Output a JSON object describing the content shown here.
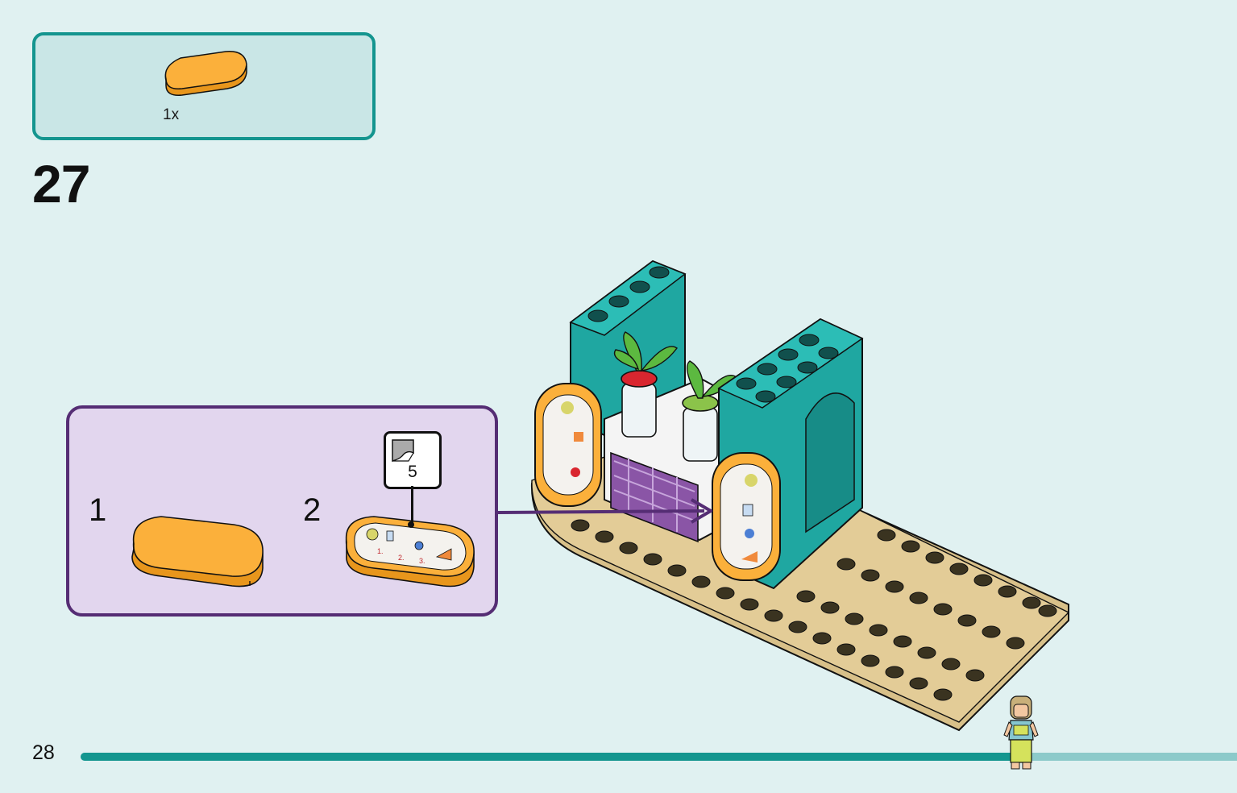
{
  "parts_list": {
    "items": [
      {
        "icon": "orange-rounded-tile-icon",
        "quantity": "1x",
        "color": "#fbb03b"
      }
    ]
  },
  "step": {
    "number": "27"
  },
  "callout": {
    "substeps": [
      {
        "number": "1",
        "icon": "orange-rounded-tile-icon"
      },
      {
        "number": "2",
        "icon": "sticker-applied-tile-icon"
      }
    ],
    "sticker_sheet": {
      "icon": "sticker-sheet-icon",
      "number": "5"
    },
    "border_color": "#552d74",
    "fill_color": "#e2d6ee"
  },
  "page": {
    "number": "28",
    "progress": 0.81
  },
  "colors": {
    "accent": "#14958f",
    "background": "#e0f1f1"
  }
}
